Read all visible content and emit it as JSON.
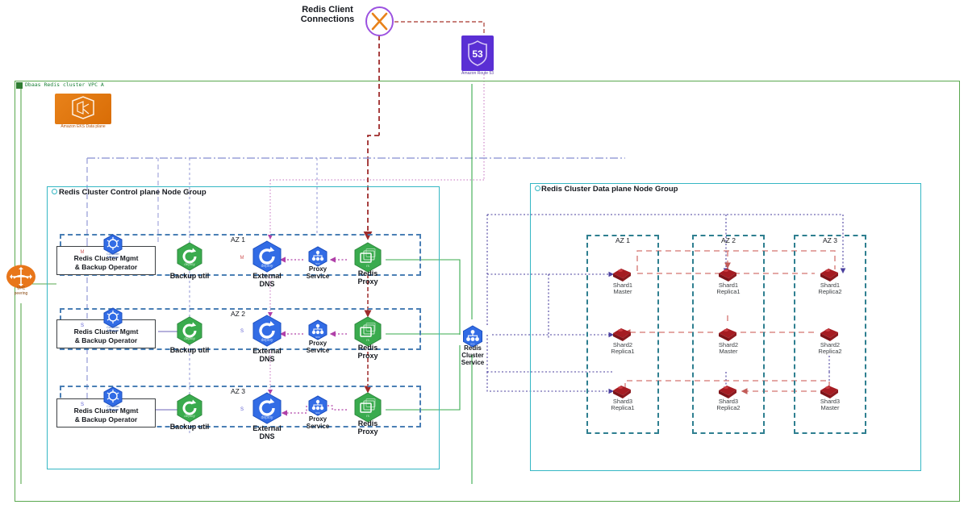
{
  "diagram": {
    "title_client": "Redis Client\nConnections",
    "vpc_label": "Dbaas Redis cluster VPC A",
    "peering_label": "VPC\npeering",
    "eks_label": "Amazon EKS Data plane",
    "route53_label": "Amazon Route 53",
    "route53_glyph": "53"
  },
  "colors": {
    "vpc_green": "#5aa84f",
    "nodegroup_teal": "#35b7c4",
    "az_blue": "#4a7fb5",
    "az_dp_teal": "#2e7f90",
    "k8s_blue": "#326ce5",
    "k8s_green": "#3aab4e",
    "shard_red": "#a51c22",
    "route53_purple": "#5a2fd4",
    "eks_orange": "#e8821a",
    "redis_client_purple": "#9b51e0",
    "link_red": "#9e2b2b",
    "link_magenta": "#b040a8",
    "link_lavender": "#9aa0d8",
    "link_purple": "#4a3f9e",
    "link_green": "#3aab4e",
    "link_shard_red": "#d4736f"
  },
  "control_plane": {
    "group_label": "Redis Cluster Control plane Node Group",
    "rows": [
      {
        "az": "AZ 1",
        "role_badge": "M",
        "operator": "Redis Cluster Mgmt\n& Backup Operator",
        "operator_icon_caption": "Controller\nManager",
        "backup": "Backup util",
        "backup_icon_caption": "deploy",
        "external_dns": "External\nDNS",
        "dns_icon_caption": "deploy",
        "proxy_service": "Proxy\nService",
        "proxy_icon_caption": "svc",
        "redis_proxy": "Redis\nProxy",
        "redis_proxy_icon_caption": "rs",
        "dns_badge": "M"
      },
      {
        "az": "AZ 2",
        "role_badge": "S",
        "operator": "Redis Cluster Mgmt\n& Backup Operator",
        "operator_icon_caption": "Controller\nManager",
        "backup": "Backup util",
        "backup_icon_caption": "deploy",
        "external_dns": "External\nDNS",
        "dns_icon_caption": "deploy",
        "proxy_service": "Proxy\nService",
        "proxy_icon_caption": "svc",
        "redis_proxy": "Redis\nProxy",
        "redis_proxy_icon_caption": "rs",
        "dns_badge": "S"
      },
      {
        "az": "AZ 3",
        "role_badge": "S",
        "operator": "Redis Cluster Mgmt\n& Backup Operator",
        "operator_icon_caption": "Controller\nManager",
        "backup": "Backup util",
        "backup_icon_caption": "deploy",
        "external_dns": "External\nDNS",
        "dns_icon_caption": "deploy",
        "proxy_service": "Proxy\nService",
        "proxy_icon_caption": "svc",
        "redis_proxy": "Redis\nProxy",
        "redis_proxy_icon_caption": "rs",
        "dns_badge": "S"
      }
    ]
  },
  "cluster_service": {
    "label": "Redis\nCluster\nService",
    "icon_caption": "svc"
  },
  "data_plane": {
    "group_label": "Redis Cluster Data plane Node Group",
    "azs": [
      "AZ 1",
      "AZ 2",
      "AZ 3"
    ],
    "rows": [
      {
        "shard": "Shard1",
        "nodes": [
          "Shard1\nMaster",
          "Shard1\nReplica1",
          "Shard1\nReplica2"
        ]
      },
      {
        "shard": "Shard2",
        "nodes": [
          "Shard2\nReplica1",
          "Shard2\nMaster",
          "Shard2\nReplica2"
        ]
      },
      {
        "shard": "Shard3",
        "nodes": [
          "Shard3\nReplica1",
          "Shard3\nReplica2",
          "Shard3\nMaster"
        ]
      }
    ]
  }
}
